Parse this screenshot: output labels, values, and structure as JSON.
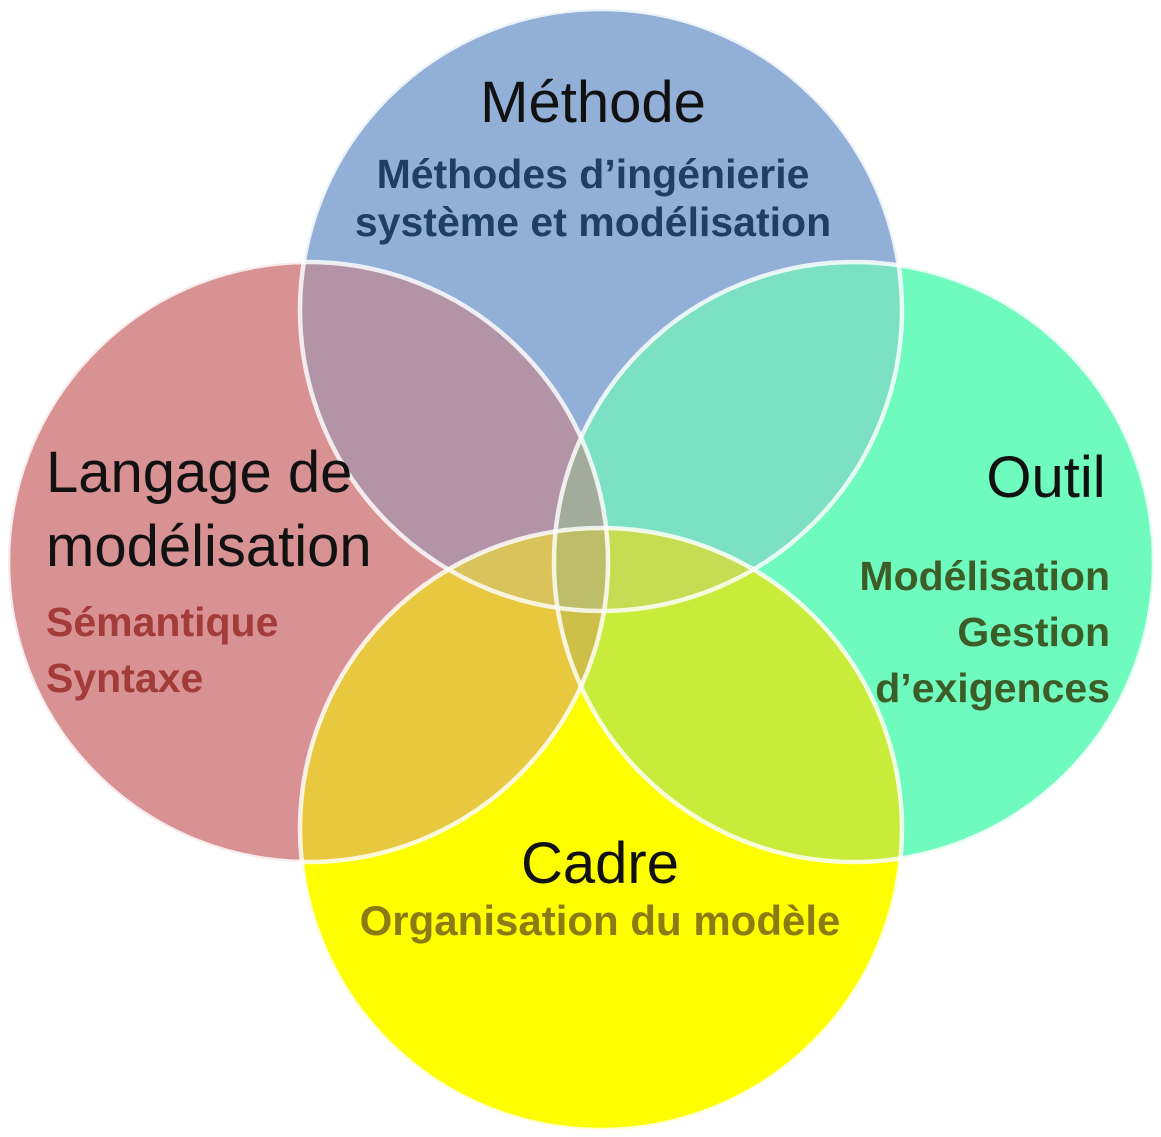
{
  "sections": {
    "methode": {
      "title": "Méthode",
      "subtitle_lines": [
        "Méthodes d’ingénierie",
        "système et modélisation"
      ]
    },
    "langage": {
      "title_lines": [
        "Langage de",
        "modélisation"
      ],
      "subtitle_lines": [
        "Sémantique",
        "Syntaxe"
      ]
    },
    "outil": {
      "title": "Outil",
      "subtitle_lines": [
        "Modélisation",
        "Gestion",
        "d’exigences"
      ]
    },
    "cadre": {
      "title": "Cadre",
      "subtitle": "Organisation du modèle"
    }
  },
  "colors": {
    "background": "#ffffff",
    "title_text": "#111111",
    "methode_fill": "#92AFD7",
    "langage_fill": "#D89294",
    "outil_fill": "#6FFABE",
    "cadre_fill": "#FEFE00",
    "methode_subtitle_text": "#1F3E66",
    "langage_subtitle_text": "#A33B39",
    "outil_subtitle_text": "#3C5D27",
    "cadre_subtitle_text": "#8A7B12",
    "overlap_methode_langage": "#B294A6",
    "overlap_methode_outil": "#7CE0C2",
    "overlap_langage_cadre": "#E8C83E",
    "overlap_outil_cadre": "#C9EC3B",
    "overlap_methode_langage_outil": "#A3AC9B",
    "overlap_methode_langage_cadre": "#D8C45A",
    "overlap_methode_outil_cadre": "#C6DC52",
    "overlap_langage_outil_cadre": "#CDBF48",
    "overlap_center_all": "#BFBE68",
    "circle_outline": "rgba(255,255,255,0.82)"
  }
}
